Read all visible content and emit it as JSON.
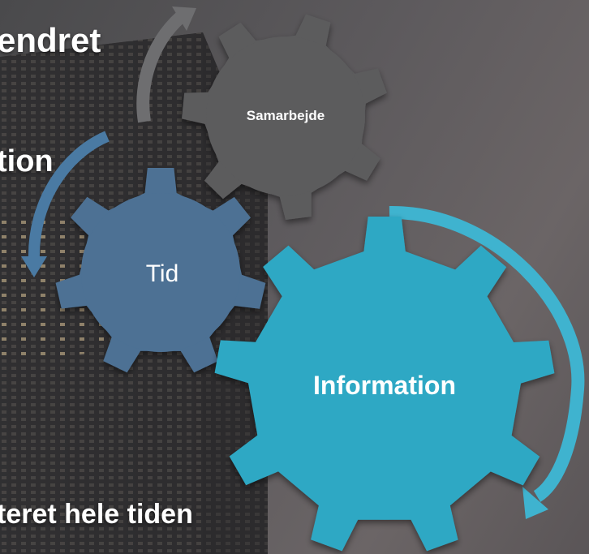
{
  "slide": {
    "line_1": "endret",
    "line_2": "tion",
    "line_3": "teret hele tiden"
  },
  "gears": {
    "collaboration": {
      "label": "Samarbejde",
      "color": "#5b5b5d"
    },
    "time": {
      "label": "Tid",
      "color": "#4d7194"
    },
    "information": {
      "label": "Information",
      "color": "#2ea8c4"
    }
  },
  "colors": {
    "arrow_gray": "#6e6e70",
    "arrow_blue": "#4a7aa3",
    "arrow_cyan": "#3fb3cf",
    "background": "#5d5a5d"
  }
}
